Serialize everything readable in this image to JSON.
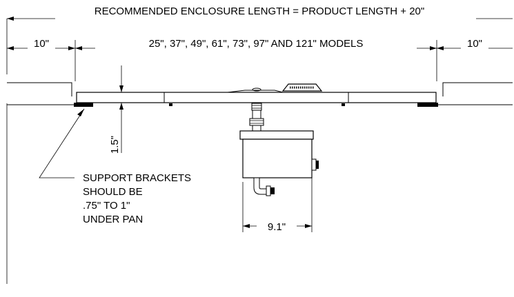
{
  "dimensions": {
    "overall_label": "RECOMMENDED ENCLOSURE LENGTH = PRODUCT LENGTH + 20\"",
    "left_clearance": "10\"",
    "models_label": "25\", 37\", 49\", 61\", 73\", 97\" AND 121\" MODELS",
    "right_clearance": "10\"",
    "pan_height": "1.5\"",
    "box_width": "9.1\""
  },
  "notes": {
    "bracket_lines": [
      "SUPPORT BRACKETS",
      "SHOULD BE",
      ".75\" TO 1\"",
      "UNDER PAN"
    ]
  },
  "icons": {
    "arrowheads": "dimension-arrow-icon"
  }
}
